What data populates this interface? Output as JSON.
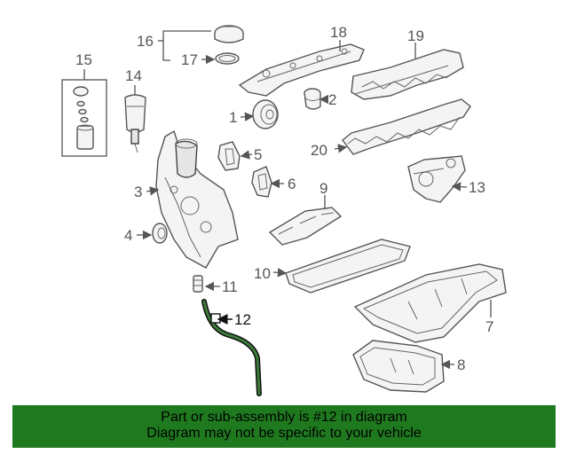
{
  "callouts": {
    "c1": "1",
    "c2": "2",
    "c3": "3",
    "c4": "4",
    "c5": "5",
    "c6": "6",
    "c7": "7",
    "c8": "8",
    "c9": "9",
    "c10": "10",
    "c11": "11",
    "c12": "12",
    "c13": "13",
    "c14": "14",
    "c15": "15",
    "c16": "16",
    "c17": "17",
    "c18": "18",
    "c19": "19",
    "c20": "20"
  },
  "highlighted_part": "12",
  "banner": {
    "line1": "Part or sub-assembly is #12 in diagram",
    "line2": "Diagram may not be specific to your vehicle",
    "color": "#1f7a1f"
  }
}
